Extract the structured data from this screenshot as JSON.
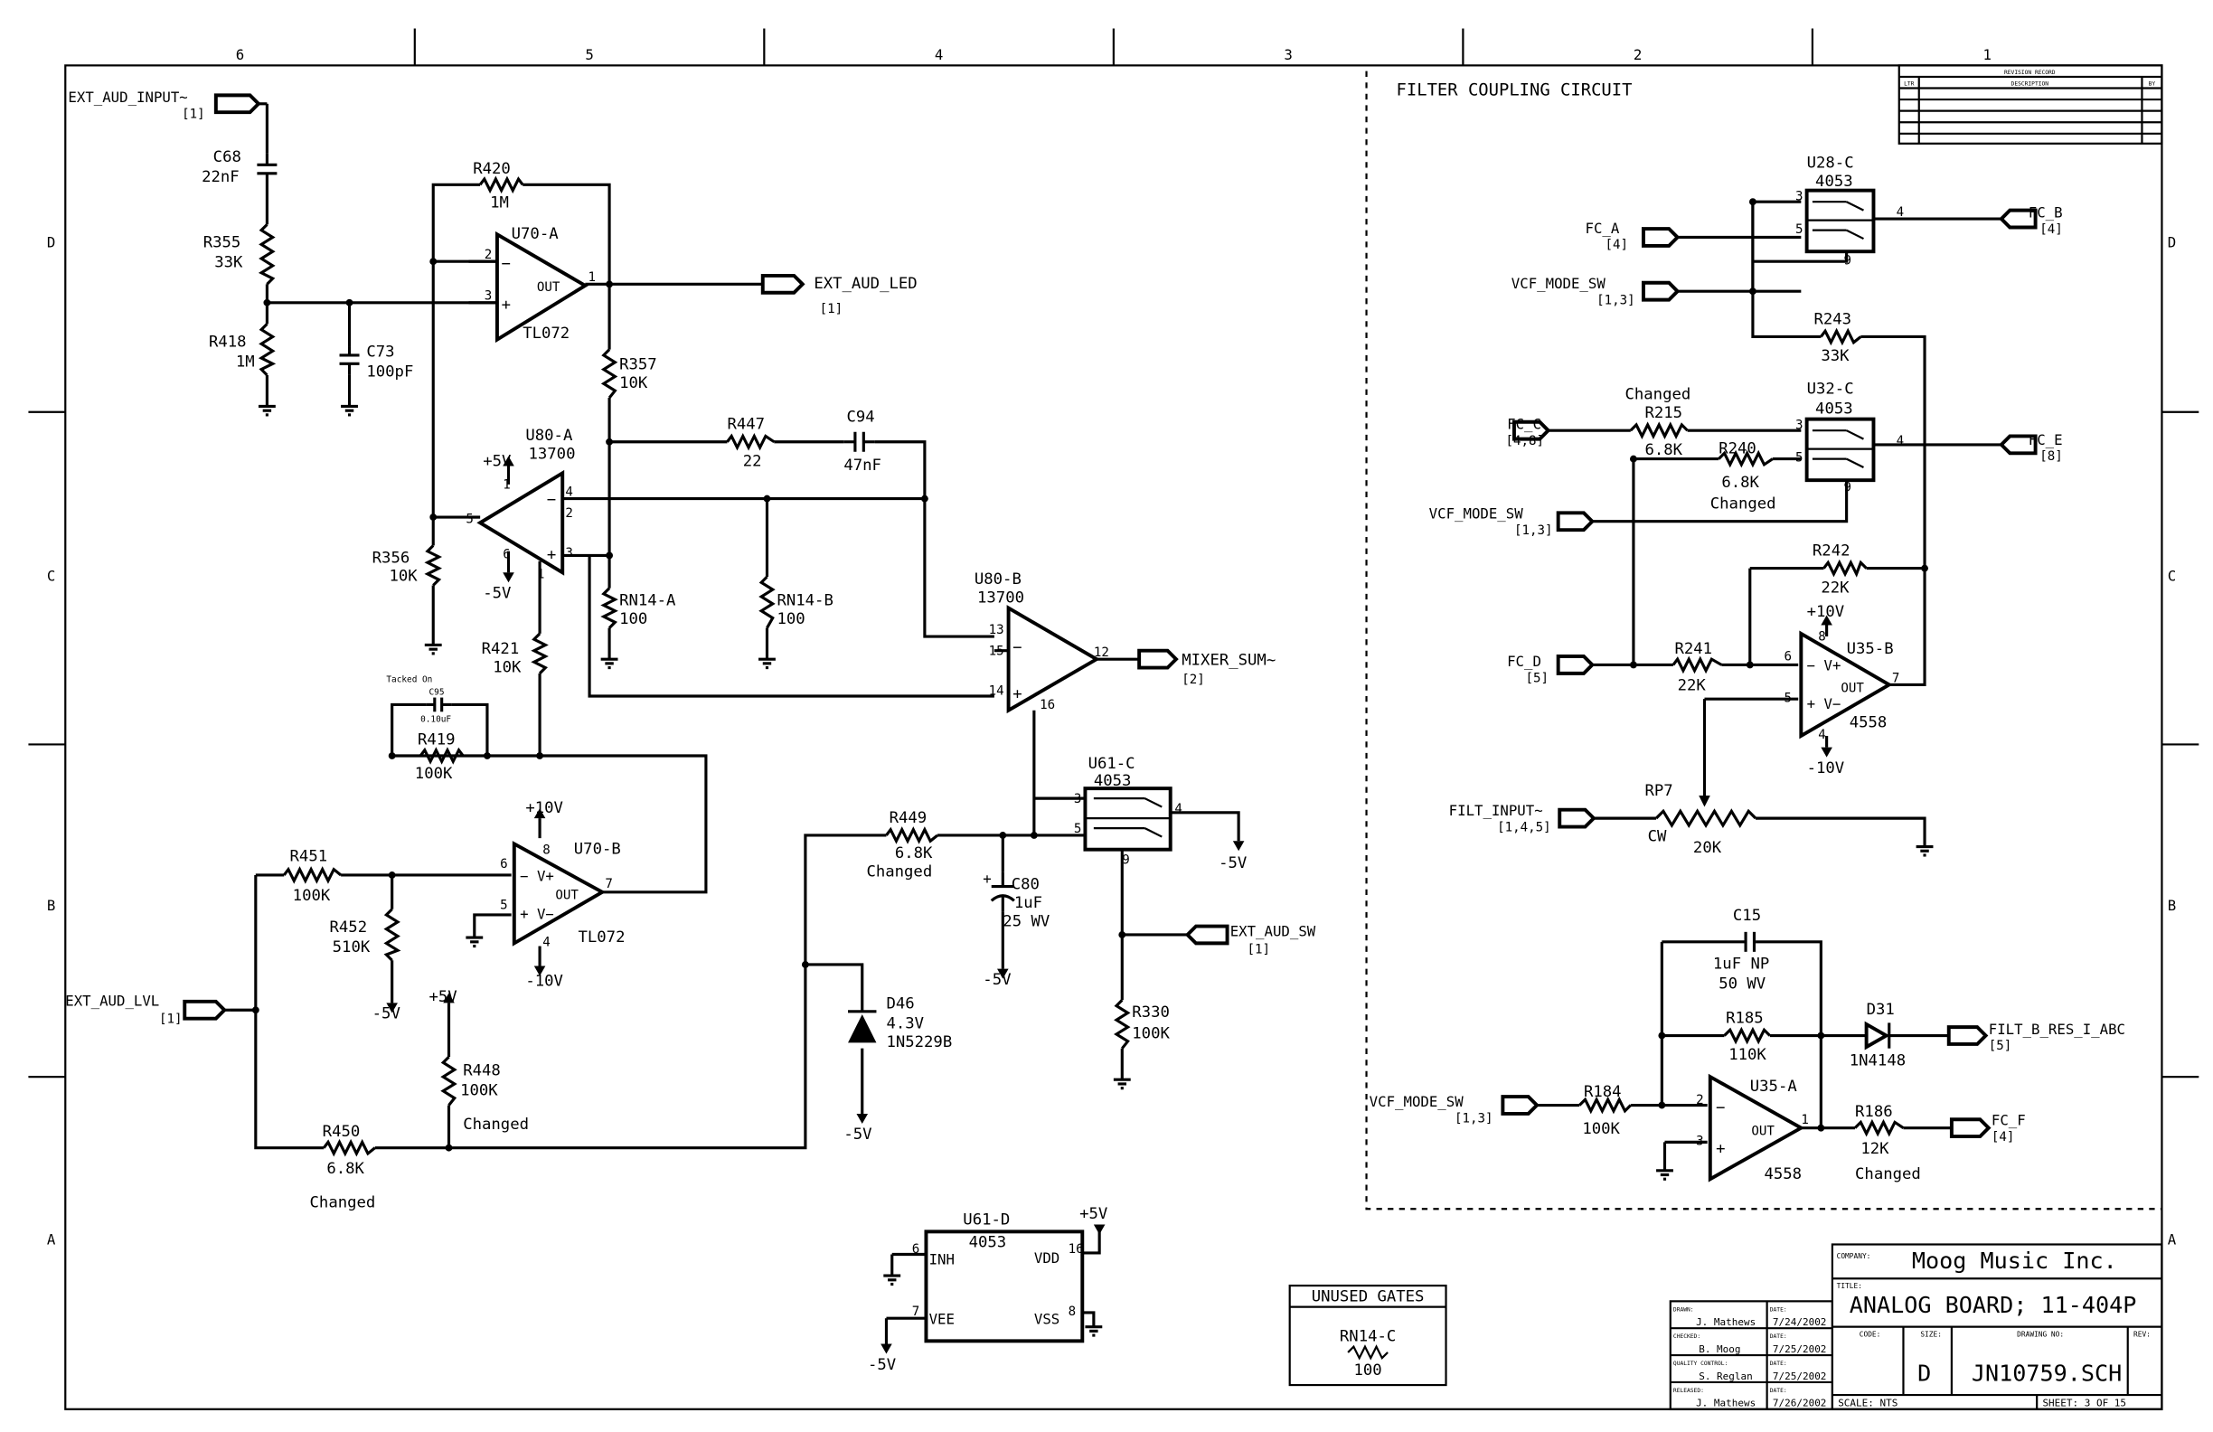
{
  "zones": {
    "columns": [
      "6",
      "5",
      "4",
      "3",
      "2",
      "1"
    ],
    "rows": [
      "D",
      "C",
      "B",
      "A"
    ]
  },
  "filter_title": "FILTER COUPLING CIRCUIT",
  "revision": {
    "title": "REVISION RECORD",
    "headers": [
      "LTR",
      "DESCRIPTION",
      "BY"
    ]
  },
  "ports": {
    "ext_aud_input": {
      "name": "EXT_AUD_INPUT~",
      "ref": "[1]"
    },
    "ext_aud_led": {
      "name": "EXT_AUD_LED",
      "ref": "[1]"
    },
    "mixer_sum": {
      "name": "MIXER_SUM~",
      "ref": "[2]"
    },
    "ext_aud_lvl": {
      "name": "EXT_AUD_LVL",
      "ref": "[1]"
    },
    "ext_aud_sw": {
      "name": "EXT_AUD_SW",
      "ref": "[1]"
    },
    "fc_a": {
      "name": "FC_A",
      "ref": "[4]"
    },
    "fc_b": {
      "name": "FC_B",
      "ref": "[4]"
    },
    "vcf1": {
      "name": "VCF_MODE_SW",
      "ref": "[1,3]"
    },
    "fc_c": {
      "name": "FC_C",
      "ref": "[4,8]"
    },
    "fc_e": {
      "name": "FC_E",
      "ref": "[8]"
    },
    "vcf2": {
      "name": "VCF_MODE_SW",
      "ref": "[1,3]"
    },
    "fc_d": {
      "name": "FC_D",
      "ref": "[5]"
    },
    "filt_input": {
      "name": "FILT_INPUT~",
      "ref": "[1,4,5]"
    },
    "filt_b_res": {
      "name": "FILT_B_RES_I_ABC",
      "ref": "[5]"
    },
    "vcf3": {
      "name": "VCF_MODE_SW",
      "ref": "[1,3]"
    },
    "fc_f": {
      "name": "FC_F",
      "ref": "[4]"
    }
  },
  "resistors": {
    "r420": {
      "ref": "R420",
      "value": "1M"
    },
    "r355": {
      "ref": "R355",
      "value": "33K"
    },
    "r418": {
      "ref": "R418",
      "value": "1M"
    },
    "r357": {
      "ref": "R357",
      "value": "10K"
    },
    "r447": {
      "ref": "R447",
      "value": "22"
    },
    "r356": {
      "ref": "R356",
      "value": "10K"
    },
    "rn14a": {
      "ref": "RN14-A",
      "value": "100"
    },
    "rn14b": {
      "ref": "RN14-B",
      "value": "100"
    },
    "r421": {
      "ref": "R421",
      "value": "10K"
    },
    "r419": {
      "ref": "R419",
      "value": "100K"
    },
    "r451": {
      "ref": "R451",
      "value": "100K"
    },
    "r452": {
      "ref": "R452",
      "value": "510K"
    },
    "r448": {
      "ref": "R448",
      "value": "100K",
      "note": "Changed"
    },
    "r450": {
      "ref": "R450",
      "value": "6.8K",
      "note": "Changed"
    },
    "r449": {
      "ref": "R449",
      "value": "6.8K",
      "note": "Changed"
    },
    "r330": {
      "ref": "R330",
      "value": "100K"
    },
    "r243": {
      "ref": "R243",
      "value": "33K"
    },
    "r215": {
      "ref": "R215",
      "value": "6.8K",
      "note": "Changed"
    },
    "r240": {
      "ref": "R240",
      "value": "6.8K",
      "note": "Changed"
    },
    "r242": {
      "ref": "R242",
      "value": "22K"
    },
    "r241": {
      "ref": "R241",
      "value": "22K"
    },
    "rp7": {
      "ref": "RP7",
      "value": "20K",
      "cw": "CW"
    },
    "r185": {
      "ref": "R185",
      "value": "110K"
    },
    "r184": {
      "ref": "R184",
      "value": "100K"
    },
    "r186": {
      "ref": "R186",
      "value": "12K",
      "note": "Changed"
    }
  },
  "capacitors": {
    "c68": {
      "ref": "C68",
      "value": "22nF"
    },
    "c73": {
      "ref": "C73",
      "value": "100pF"
    },
    "c94": {
      "ref": "C94",
      "value": "47nF"
    },
    "c95": {
      "ref": "C95",
      "value": "0.10uF",
      "note": "Tacked On"
    },
    "c80": {
      "ref": "C80",
      "value": "1uF",
      "rating": "25 WV"
    },
    "c15": {
      "ref": "C15",
      "value": "1uF NP",
      "rating": "50 WV"
    }
  },
  "diodes": {
    "d46": {
      "ref": "D46",
      "value": "4.3V",
      "part": "1N5229B"
    },
    "d31": {
      "ref": "D31",
      "part": "1N4148"
    }
  },
  "ics": {
    "u70a": {
      "ref": "U70-A",
      "part": "TL072",
      "out": "OUT",
      "pins": [
        "2",
        "3",
        "1"
      ]
    },
    "u80a": {
      "ref": "U80-A",
      "part": "13700",
      "pins": [
        "5",
        "4",
        "2",
        "3",
        "1",
        "6"
      ]
    },
    "u80b": {
      "ref": "U80-B",
      "part": "13700",
      "pins": [
        "13",
        "15",
        "14",
        "12",
        "16"
      ]
    },
    "u70b": {
      "ref": "U70-B",
      "part": "TL072",
      "out": "OUT",
      "pins": [
        "6",
        "5",
        "7",
        "8",
        "4"
      ]
    },
    "u61c": {
      "ref": "U61-C",
      "part": "4053",
      "pins": [
        "3",
        "5",
        "4",
        "9"
      ]
    },
    "u61d": {
      "ref": "U61-D",
      "part": "4053",
      "pins": {
        "inh": "INH",
        "vdd": "VDD",
        "vee": "VEE",
        "vss": "VSS",
        "p6": "6",
        "p16": "16",
        "p7": "7",
        "p8": "8"
      }
    },
    "u28c": {
      "ref": "U28-C",
      "part": "4053",
      "pins": [
        "3",
        "5",
        "4",
        "9"
      ]
    },
    "u32c": {
      "ref": "U32-C",
      "part": "4053",
      "pins": [
        "3",
        "5",
        "4",
        "9"
      ]
    },
    "u35b": {
      "ref": "U35-B",
      "part": "4558",
      "out": "OUT",
      "pins": [
        "6",
        "5",
        "7",
        "8",
        "4"
      ]
    },
    "u35a": {
      "ref": "U35-A",
      "part": "4558",
      "out": "OUT",
      "pins": [
        "2",
        "3",
        "1"
      ]
    }
  },
  "rails": {
    "p5": "+5V",
    "m5": "-5V",
    "p10": "+10V",
    "m10": "-10V"
  },
  "unused": {
    "title": "UNUSED GATES",
    "ref": "RN14-C",
    "value": "100"
  },
  "title_block": {
    "company_label": "COMPANY:",
    "company": "Moog Music Inc.",
    "title_label": "TITLE:",
    "title": "ANALOG BOARD; 11-404P",
    "rows": [
      {
        "label": "DRAWN:",
        "name": "J. Mathews",
        "date_label": "DATE:",
        "date": "7/24/2002"
      },
      {
        "label": "CHECKED:",
        "name": "B. Moog",
        "date_label": "DATE:",
        "date": "7/25/2002"
      },
      {
        "label": "QUALITY CONTROL:",
        "name": "S. Reglan",
        "date_label": "DATE:",
        "date": "7/25/2002"
      },
      {
        "label": "RELEASED:",
        "name": "J. Mathews",
        "date_label": "DATE:",
        "date": "7/26/2002"
      }
    ],
    "code_label": "CODE:",
    "size_label": "SIZE:",
    "size": "D",
    "drawing_label": "DRAWING NO:",
    "drawing": "JN10759.SCH",
    "rev_label": "REV:",
    "scale": "SCALE:  NTS",
    "sheet": "SHEET:  3  OF  15"
  }
}
